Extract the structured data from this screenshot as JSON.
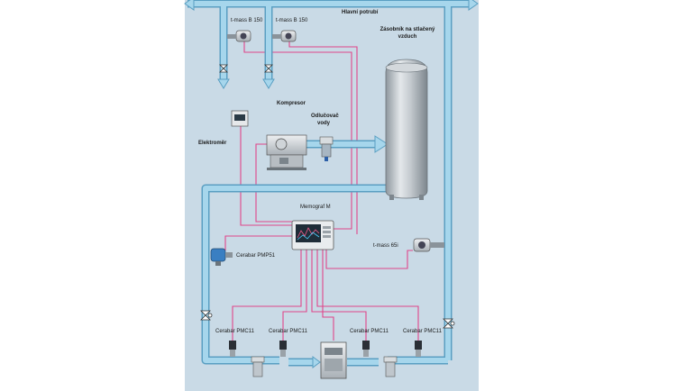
{
  "labels": {
    "main_pipe": "Hlavní potrubí",
    "tmass_1": "t-mass B 150",
    "tmass_2": "t-mass B 150",
    "tank_line1": "Zásobník na stlačený",
    "tank_line2": "vzduch",
    "compressor": "Kompresor",
    "separator_line1": "Odlučovač",
    "separator_line2": "vody",
    "electricity_meter": "Elektroměr",
    "memograf": "Memograf M",
    "tmass_65i": "t-mass 65i",
    "cerabar_pmp51": "Cerabar PMP51",
    "cerabar_pmc11_1": "Cerabar PMC11",
    "cerabar_pmc11_2": "Cerabar PMC11",
    "cerabar_pmc11_3": "Cerabar PMC11",
    "cerabar_pmc11_4": "Cerabar PMC11"
  },
  "colors": {
    "background_panel": "#c9dae6",
    "pipe_fill": "#9fd0e6",
    "pipe_edge": "#5a9fc2",
    "signal_wire": "#e0458a",
    "device_body": "#d0d4d8"
  }
}
